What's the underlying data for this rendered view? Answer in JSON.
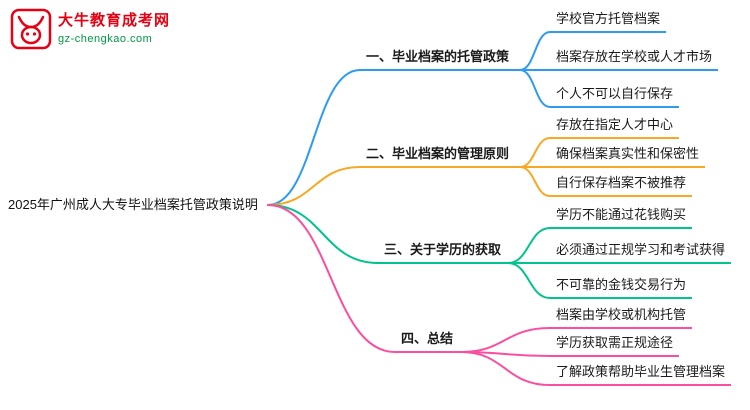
{
  "logo": {
    "site_name": "大牛教育成考网",
    "site_domain": "gz-chengkao.com",
    "brand_color": "#e60012",
    "domain_color": "#009944",
    "icon": "bull-logo-icon"
  },
  "mindmap": {
    "root": "2025年广州成人大专毕业档案托管政策说明",
    "branches": [
      {
        "label": "一、毕业档案的托管政策",
        "color": "#2e9bf0",
        "children": [
          "学校官方托管档案",
          "档案存放在学校或人才市场",
          "个人不可以自行保存"
        ]
      },
      {
        "label": "二、毕业档案的管理原则",
        "color": "#f9a825",
        "children": [
          "存放在指定人才中心",
          "确保档案真实性和保密性",
          "自行保存档案不被推荐"
        ]
      },
      {
        "label": "三、关于学历的获取",
        "color": "#00c48c",
        "children": [
          "学历不能通过花钱购买",
          "必须通过正规学习和考试获得",
          "不可靠的金钱交易行为"
        ]
      },
      {
        "label": "四、总结",
        "color": "#fa4e9e",
        "children": [
          "档案由学校或机构托管",
          "学历获取需正规途径",
          "了解政策帮助毕业生管理档案"
        ]
      }
    ]
  }
}
